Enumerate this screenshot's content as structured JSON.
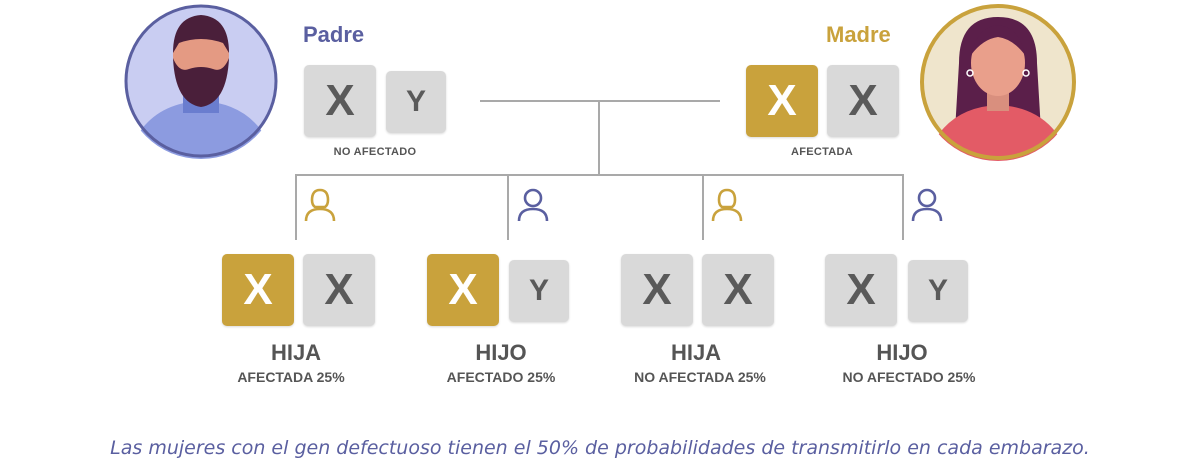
{
  "colors": {
    "accent_gold": "#c9a23c",
    "accent_blue": "#5a5fa0",
    "chromosome_gray": "#d9d9d9",
    "line_gray": "#a9a9a9",
    "text_gray": "#555555"
  },
  "parents": {
    "father": {
      "title": "Padre",
      "chromosomes": [
        "X",
        "Y"
      ],
      "status": "NO AFECTADO"
    },
    "mother": {
      "title": "Madre",
      "chromosomes": [
        "X",
        "X"
      ],
      "status": "AFECTADA"
    }
  },
  "children": [
    {
      "title": "HIJA",
      "subtitle": "AFECTADA 25%",
      "chromosomes": [
        "X",
        "X"
      ],
      "icon": "female-person-icon"
    },
    {
      "title": "HIJO",
      "subtitle": "AFECTADO 25%",
      "chromosomes": [
        "X",
        "Y"
      ],
      "icon": "male-person-icon"
    },
    {
      "title": "HIJA",
      "subtitle": "NO AFECTADA 25%",
      "chromosomes": [
        "X",
        "X"
      ],
      "icon": "female-person-icon"
    },
    {
      "title": "HIJO",
      "subtitle": "NO AFECTADO 25%",
      "chromosomes": [
        "X",
        "Y"
      ],
      "icon": "male-person-icon"
    }
  ],
  "caption": "Las mujeres con el gen defectuoso tienen el 50% de probabilidades de transmitirlo en cada embarazo."
}
